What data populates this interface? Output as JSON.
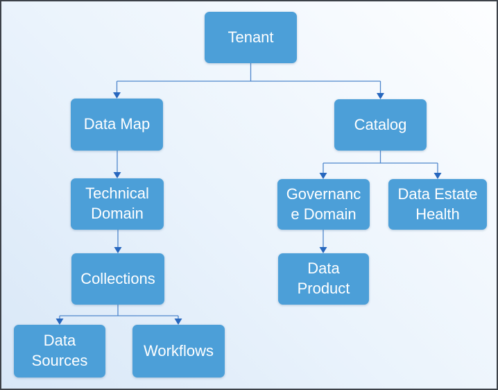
{
  "diagram": {
    "type": "hierarchy",
    "nodes": [
      {
        "id": "tenant",
        "label": "Tenant"
      },
      {
        "id": "data-map",
        "label": "Data Map"
      },
      {
        "id": "catalog",
        "label": "Catalog"
      },
      {
        "id": "technical-domain",
        "label": "Technical\nDomain"
      },
      {
        "id": "governance-domain",
        "label": "Governanc\ne Domain"
      },
      {
        "id": "data-estate-health",
        "label": "Data Estate\nHealth"
      },
      {
        "id": "collections",
        "label": "Collections"
      },
      {
        "id": "data-product",
        "label": "Data\nProduct"
      },
      {
        "id": "data-sources",
        "label": "Data\nSources"
      },
      {
        "id": "workflows",
        "label": "Workflows"
      }
    ],
    "edges": [
      {
        "from": "tenant",
        "to": "data-map"
      },
      {
        "from": "tenant",
        "to": "catalog"
      },
      {
        "from": "data-map",
        "to": "technical-domain"
      },
      {
        "from": "technical-domain",
        "to": "collections"
      },
      {
        "from": "collections",
        "to": "data-sources"
      },
      {
        "from": "collections",
        "to": "workflows"
      },
      {
        "from": "catalog",
        "to": "governance-domain"
      },
      {
        "from": "catalog",
        "to": "data-estate-health"
      },
      {
        "from": "governance-domain",
        "to": "data-product"
      }
    ],
    "colors": {
      "node_fill": "#4c9fd8",
      "node_text": "#ffffff",
      "connector": "#4e86cc",
      "arrowhead": "#2767be",
      "background_start": "#fdfeff",
      "background_end": "#d8e7f7",
      "frame_border": "#3c4148"
    }
  }
}
